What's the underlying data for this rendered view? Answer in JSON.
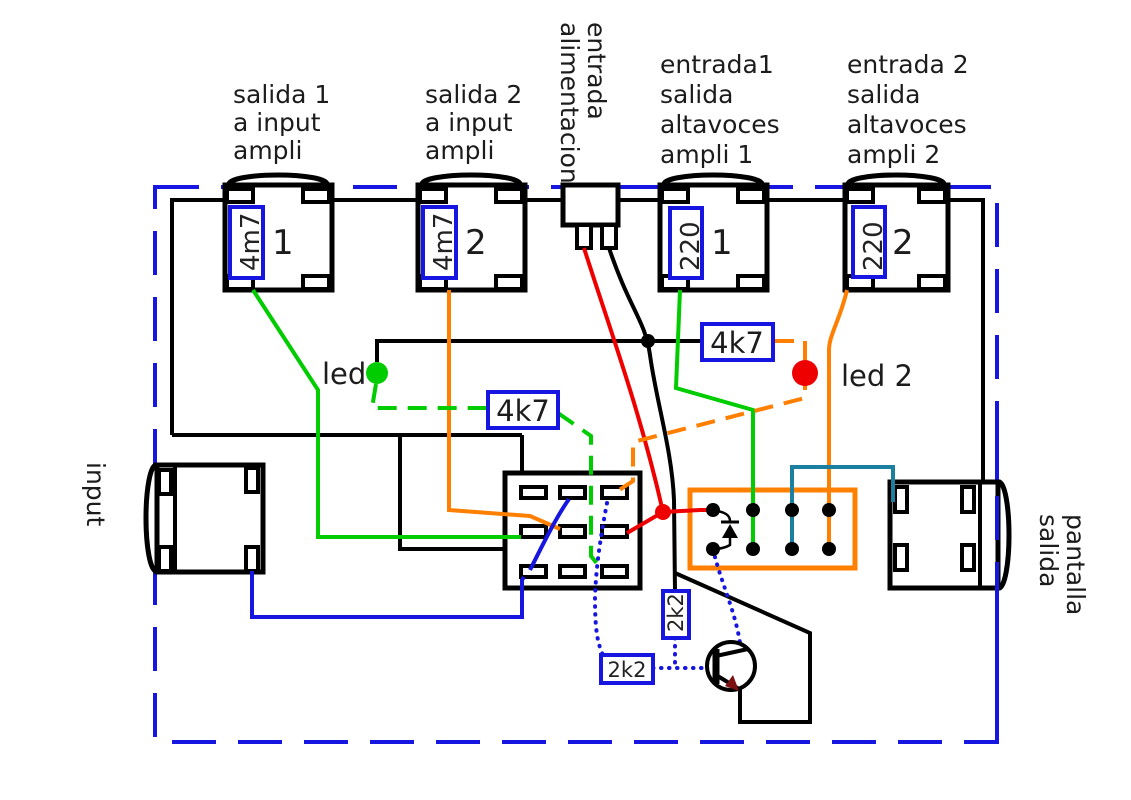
{
  "labels": {
    "jack1_line1": "salida 1",
    "jack1_line2": "a input",
    "jack1_line3": "ampli",
    "jack2_line1": "salida 2",
    "jack2_line2": "a input",
    "jack2_line3": "ampli",
    "power_line1": "entrada",
    "power_line2": "alimentacion",
    "jack3_line1": "entrada1",
    "jack3_line2": "salida",
    "jack3_line3": "altavoces",
    "jack3_line4": "ampli 1",
    "jack4_line1": "entrada 2",
    "jack4_line2": "salida",
    "jack4_line3": "altavoces",
    "jack4_line4": "ampli 2",
    "input_jack": "input",
    "output_line1": "salida",
    "output_line2": "pantalla",
    "led1": "led",
    "led2": "led 2"
  },
  "components": {
    "cap1_value": "4m7",
    "cap1_num": "1",
    "cap2_value": "4m7",
    "cap2_num": "2",
    "cap3_value": "220",
    "cap3_num": "1",
    "cap4_value": "220",
    "cap4_num": "2",
    "resistor1": "4k7",
    "resistor2": "4k7",
    "resistor3": "2k2",
    "resistor4": "2k2"
  },
  "colors": {
    "wire_black": "#000000",
    "wire_red": "#ee0000",
    "wire_green": "#00cc00",
    "wire_orange": "#ff7f00",
    "wire_blue": "#1616e0",
    "wire_teal": "#1b7f9f",
    "enclosure_border": "#1616e0",
    "value_box_border": "#1616e0",
    "led1_color": "#00cc00",
    "led2_color": "#ee0000",
    "transistor_arrow": "#7a1010"
  }
}
